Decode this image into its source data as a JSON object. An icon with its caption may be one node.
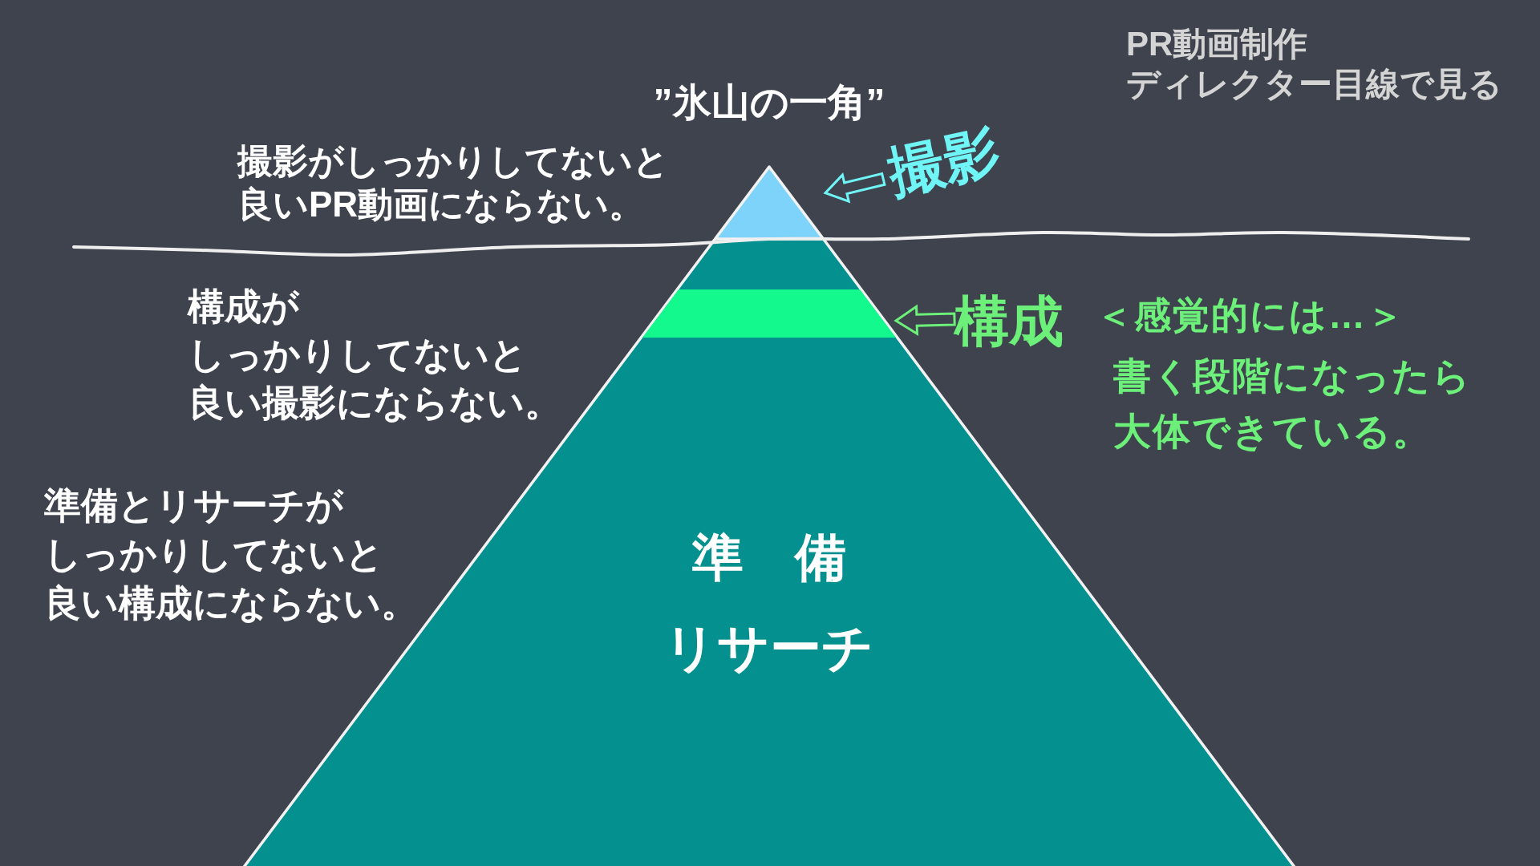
{
  "diagram": {
    "title": "”氷山の一角”",
    "nodes": [
      {
        "text": [],
        "shape": "triangle"
      },
      {
        "text": [
          "撮影"
        ]
      },
      {
        "text": [
          "準　備",
          "リサーチ"
        ]
      },
      {
        "text": [],
        "shape": "bar",
        "in": 2
      },
      {
        "text": [
          "構成"
        ]
      }
    ],
    "edges": [
      {
        "from": 1,
        "to": 0,
        "arrow": "to",
        "color": "#6ff5f5"
      },
      {
        "from": 4,
        "to": 3,
        "arrow": "to",
        "color": "#6cf07a"
      }
    ],
    "labels": [
      "PR動画制作ディレクター目線で見る",
      "撮影がしっかりしてないと良いPR動画にならない。",
      "構成がしっかりしてないと良い撮影にならない。",
      "＜感覚的には…＞",
      "書く段階になったら大体できている。",
      "準備とリサーチがしっかりしてないと良い構成にならない。"
    ]
  }
}
